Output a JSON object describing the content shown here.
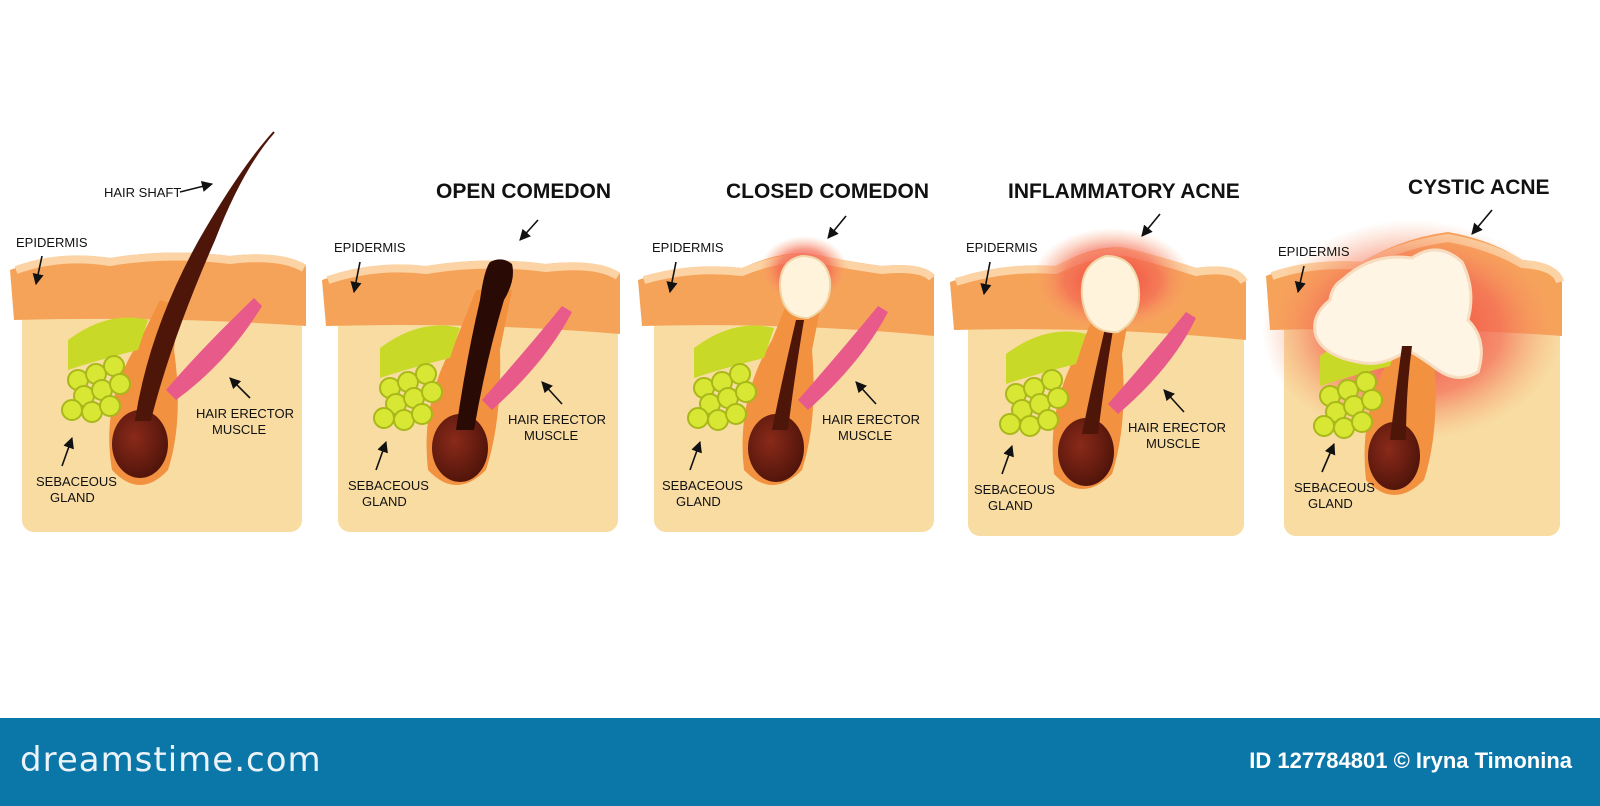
{
  "panels": [
    {
      "id": "normal",
      "title": "",
      "labels": {
        "hair_shaft": "HAIR SHAFT",
        "epidermis": "EPIDERMIS",
        "muscle_1": "HAIR ERECTOR",
        "muscle_2": "MUSCLE",
        "gland_1": "SEBACEOUS",
        "gland_2": "GLAND"
      }
    },
    {
      "id": "open-comedon",
      "title": "OPEN COMEDON",
      "labels": {
        "epidermis": "EPIDERMIS",
        "muscle_1": "HAIR ERECTOR",
        "muscle_2": "MUSCLE",
        "gland_1": "SEBACEOUS",
        "gland_2": "GLAND"
      }
    },
    {
      "id": "closed-comedon",
      "title": "CLOSED COMEDON",
      "labels": {
        "epidermis": "EPIDERMIS",
        "muscle_1": "HAIR ERECTOR",
        "muscle_2": "MUSCLE",
        "gland_1": "SEBACEOUS",
        "gland_2": "GLAND"
      }
    },
    {
      "id": "inflammatory-acne",
      "title": "INFLAMMATORY ACNE",
      "labels": {
        "epidermis": "EPIDERMIS",
        "muscle_1": "HAIR ERECTOR",
        "muscle_2": "MUSCLE",
        "gland_1": "SEBACEOUS",
        "gland_2": "GLAND"
      }
    },
    {
      "id": "cystic-acne",
      "title": "CYSTIC ACNE",
      "labels": {
        "epidermis": "EPIDERMIS",
        "gland_1": "SEBACEOUS",
        "gland_2": "GLAND"
      }
    }
  ],
  "footer": {
    "brand": "dreamstime.com",
    "credit": "ID 127784801 © Iryna Timonina"
  },
  "colors": {
    "dermis": "#f8dca2",
    "epidermis": "#f6a35a",
    "follicle": "#f2913f",
    "hair": "#5a1a10",
    "muscle": "#e85a8a",
    "gland": "#c8d928",
    "pus": "#fff3dc",
    "inflammation": "#f25a50",
    "footer_bg": "#0b76a8"
  }
}
